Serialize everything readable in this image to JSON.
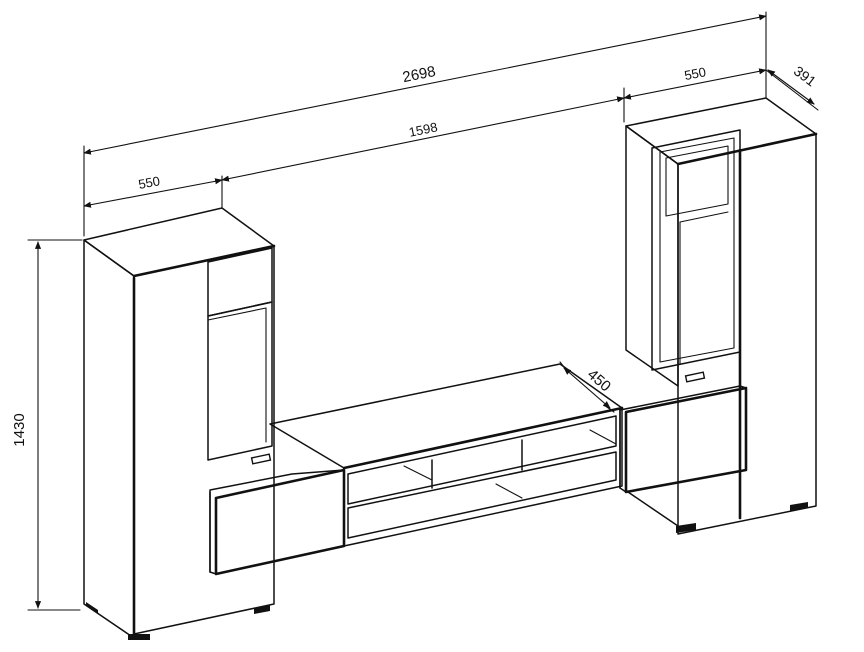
{
  "dimensions": {
    "overall_width": "2698",
    "side_cabinet_width_left": "550",
    "side_cabinet_width_right": "550",
    "middle_width": "1598",
    "side_depth": "391",
    "middle_depth": "450",
    "height": "1430"
  },
  "colors": {
    "stroke": "#111111",
    "background": "#ffffff"
  }
}
